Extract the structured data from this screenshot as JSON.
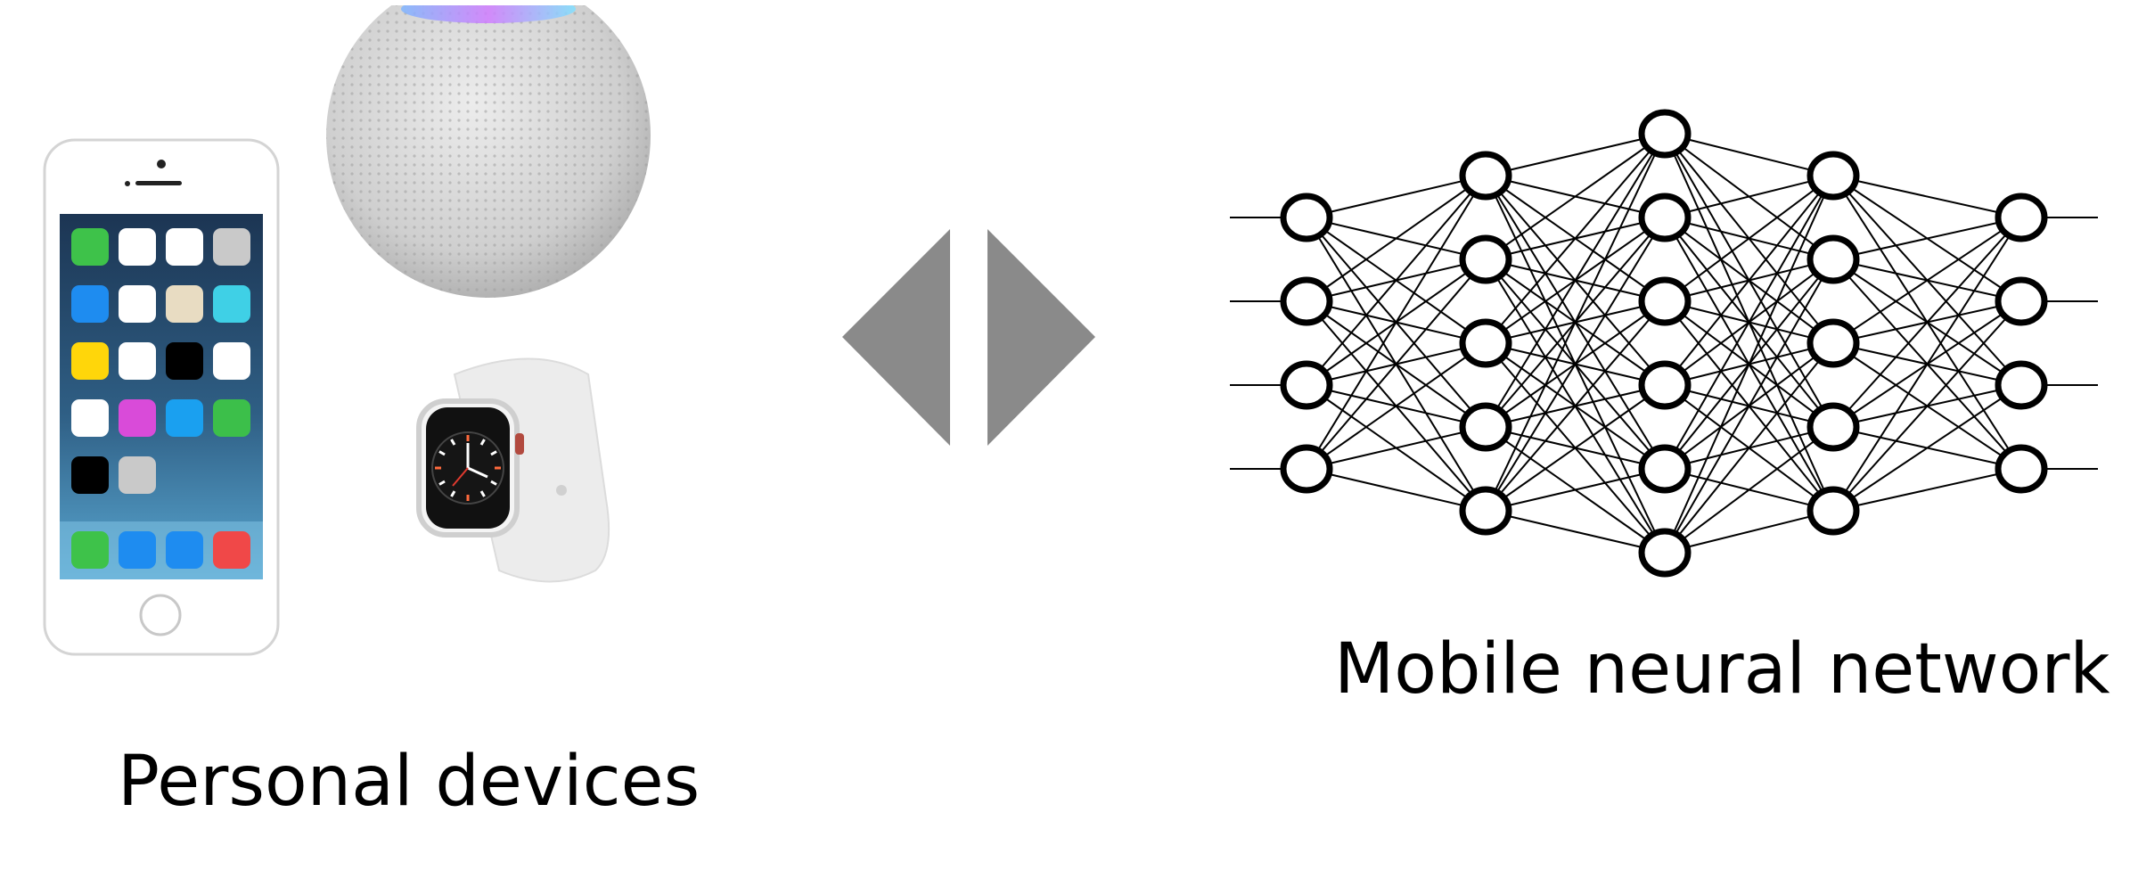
{
  "labels": {
    "devices": "Personal devices",
    "network": "Mobile neural network"
  },
  "devices": [
    {
      "name": "phone"
    },
    {
      "name": "smart speaker"
    },
    {
      "name": "smartwatch"
    }
  ],
  "network": {
    "layer_sizes": [
      4,
      5,
      6,
      5,
      4
    ]
  },
  "colors": {
    "arrow": "#8a8a8a",
    "node_stroke": "#000000",
    "phone_body": "#ffffff",
    "phone_screen_top": "#1c3553",
    "phone_screen_bottom": "#5aa8d2",
    "speaker": "#d6d6d6",
    "watch_band": "#f0f0f0"
  }
}
